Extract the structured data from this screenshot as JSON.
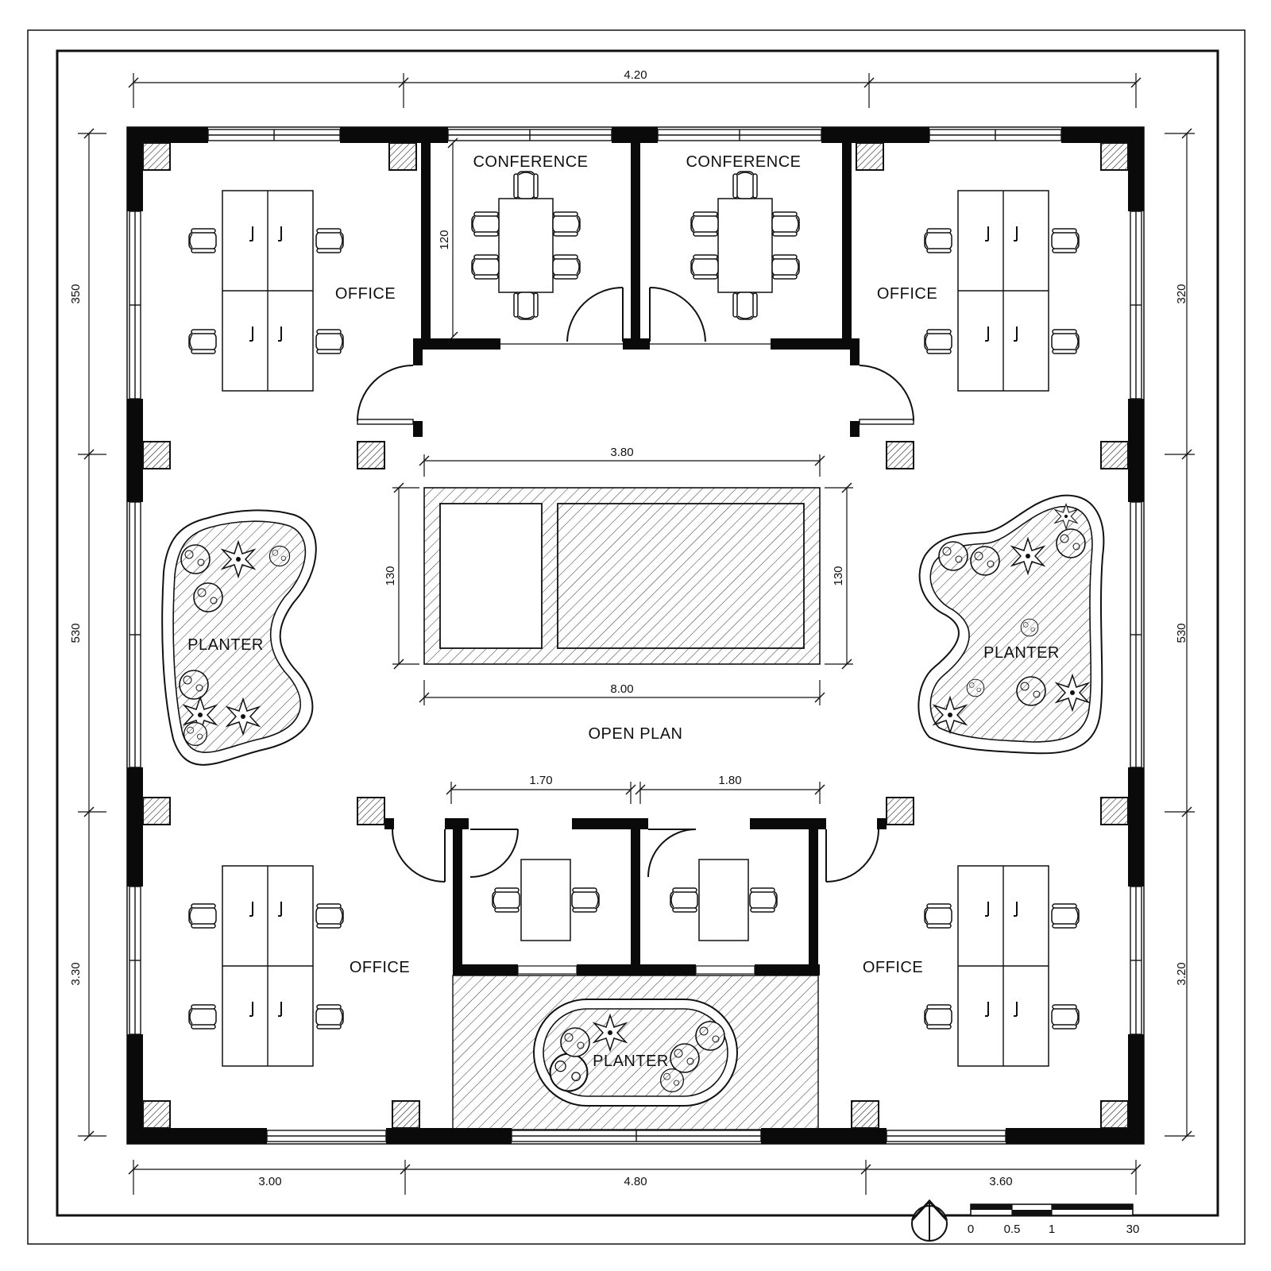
{
  "rooms": {
    "office_top_left": "OFFICE",
    "conference_left": "CONFERENCE",
    "conference_right": "CONFERENCE",
    "office_top_right": "OFFICE",
    "planter_left": "PLANTER",
    "planter_right": "PLANTER",
    "open_plan": "OPEN PLAN",
    "office_bottom_left": "OFFICE",
    "office_bottom_right": "OFFICE",
    "planter_bottom": "PLANTER"
  },
  "dimensions": {
    "top_overall": "4.20",
    "left_top": "350",
    "left_middle": "530",
    "left_bottom": "3.30",
    "right_top": "320",
    "right_middle": "530",
    "right_bottom": "3.20",
    "conference_height": "120",
    "center_top": "3.80",
    "center_bottom": "8.00",
    "center_left": "130",
    "center_right": "130",
    "small_room_left": "1.70",
    "small_room_right": "1.80",
    "bottom_left": "3.00",
    "bottom_middle": "4.80",
    "bottom_right": "3.60"
  },
  "scale_bar": {
    "labels": [
      "0",
      "0.5",
      "1",
      "30"
    ]
  },
  "icons": {
    "north_arrow": "north-arrow-icon"
  }
}
